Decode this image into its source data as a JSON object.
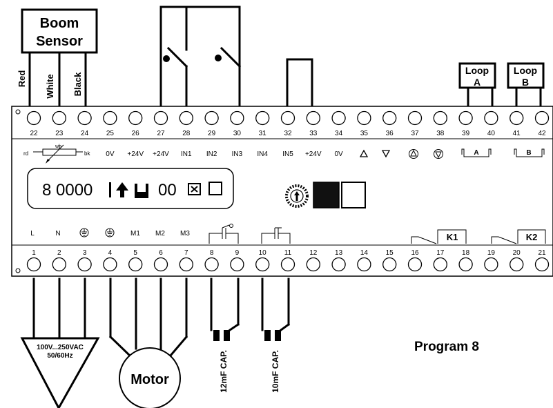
{
  "boom_sensor": {
    "line1": "Boom",
    "line2": "Sensor",
    "wires": [
      "Red",
      "White",
      "Black"
    ]
  },
  "loops": [
    {
      "line1": "Loop",
      "line2": "A",
      "bracket": "A"
    },
    {
      "line1": "Loop",
      "line2": "B",
      "bracket": "B"
    }
  ],
  "top_terminals": [
    "22",
    "23",
    "24",
    "25",
    "26",
    "27",
    "28",
    "29",
    "30",
    "31",
    "32",
    "33",
    "34",
    "35",
    "36",
    "37",
    "38",
    "39",
    "40",
    "41",
    "42"
  ],
  "bottom_terminals": [
    "1",
    "2",
    "3",
    "4",
    "5",
    "6",
    "7",
    "8",
    "9",
    "10",
    "11",
    "12",
    "13",
    "14",
    "15",
    "16",
    "17",
    "18",
    "19",
    "20",
    "21"
  ],
  "top_labels": {
    "rd": "rd",
    "wh": "wh",
    "bk": "bk",
    "items": [
      "0V",
      "+24V",
      "+24V",
      "IN1",
      "IN2",
      "IN3",
      "IN4",
      "IN5",
      "+24V",
      "0V"
    ]
  },
  "bottom_labels": [
    "L",
    "N",
    "M1",
    "M2",
    "M3"
  ],
  "relays": [
    "K1",
    "K2"
  ],
  "display": {
    "digits_a": "8 0000",
    "digits_b": "00"
  },
  "power": {
    "line1": "100V...250VAC",
    "line2": "50/60Hz"
  },
  "motor": "Motor",
  "caps": [
    "12mF CAP.",
    "10mF CAP."
  ],
  "program": "Program 8"
}
